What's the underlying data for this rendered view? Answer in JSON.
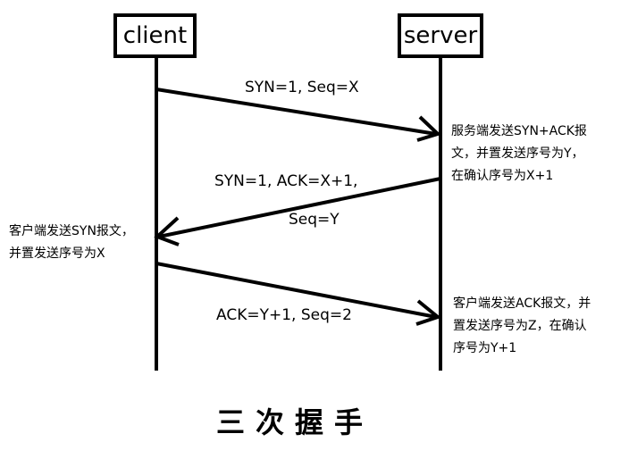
{
  "participants": {
    "client": "client",
    "server": "server"
  },
  "messages": {
    "syn": "SYN=1, Seq=X",
    "synack_line1": "SYN=1, ACK=X+1,",
    "synack_line2": "Seq=Y",
    "ack": "ACK=Y+1, Seq=2"
  },
  "notes": {
    "server_synack_1": "服务端发送SYN+ACK报",
    "server_synack_2": "文，并置发送序号为Y，",
    "server_synack_3": "在确认序号为X+1",
    "client_syn_1": "客户端发送SYN报文，",
    "client_syn_2": "并置发送序号为X",
    "client_ack_1": "客户端发送ACK报文，并",
    "client_ack_2": "置发送序号为Z，在确认",
    "client_ack_3": "序号为Y+1"
  },
  "title": "三次握手"
}
